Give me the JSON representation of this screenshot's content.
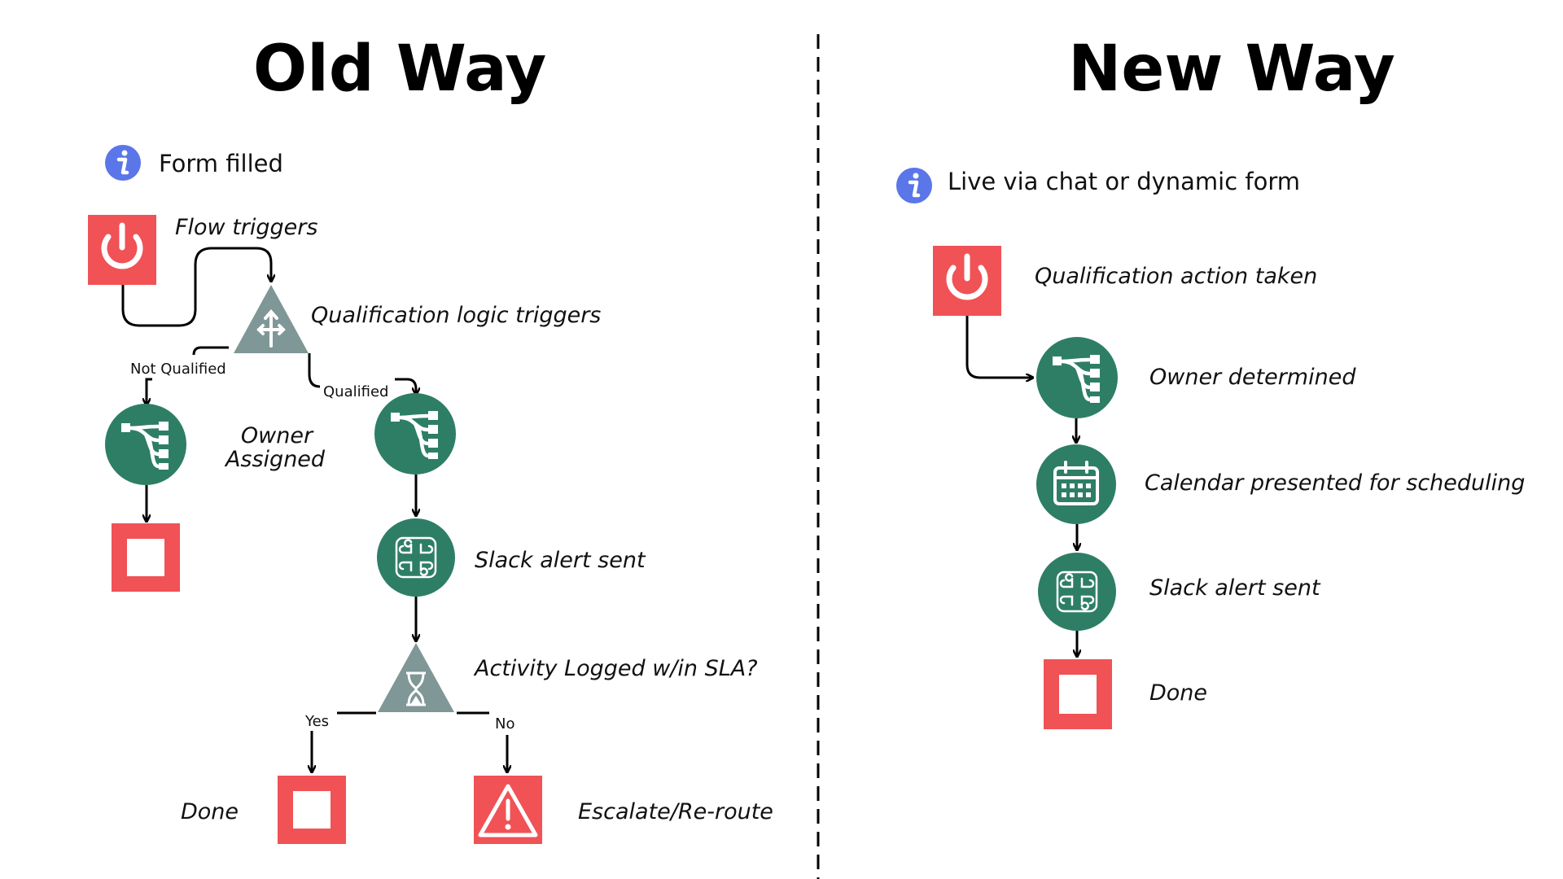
{
  "colors": {
    "red": "#f05256",
    "green": "#2e7e66",
    "gray": "#7f9796",
    "blue": "#5b76e8",
    "line": "#000000"
  },
  "old_way": {
    "title": "Old Way",
    "info_text": "Form filled",
    "trigger_label": "Flow triggers",
    "decision_label": "Qualification logic triggers",
    "branch_not_qualified": "Not Qualified",
    "branch_qualified": "Qualified",
    "owner_label_line1": "Owner",
    "owner_label_line2": "Assigned",
    "slack_label": "Slack alert sent",
    "sla_label": "Activity Logged w/in SLA?",
    "branch_yes": "Yes",
    "branch_no": "No",
    "done_label": "Done",
    "escalate_label": "Escalate/Re-route"
  },
  "new_way": {
    "title": "New Way",
    "info_text": "Live via chat or dynamic form",
    "trigger_label": "Qualification action taken",
    "owner_label": "Owner determined",
    "calendar_label": "Calendar presented for scheduling",
    "slack_label": "Slack alert sent",
    "done_label": "Done"
  },
  "icons": [
    "info-icon",
    "power-icon",
    "routing-icon",
    "hierarchy-icon",
    "slack-icon",
    "hourglass-icon",
    "calendar-icon",
    "stop-icon",
    "warning-icon"
  ]
}
